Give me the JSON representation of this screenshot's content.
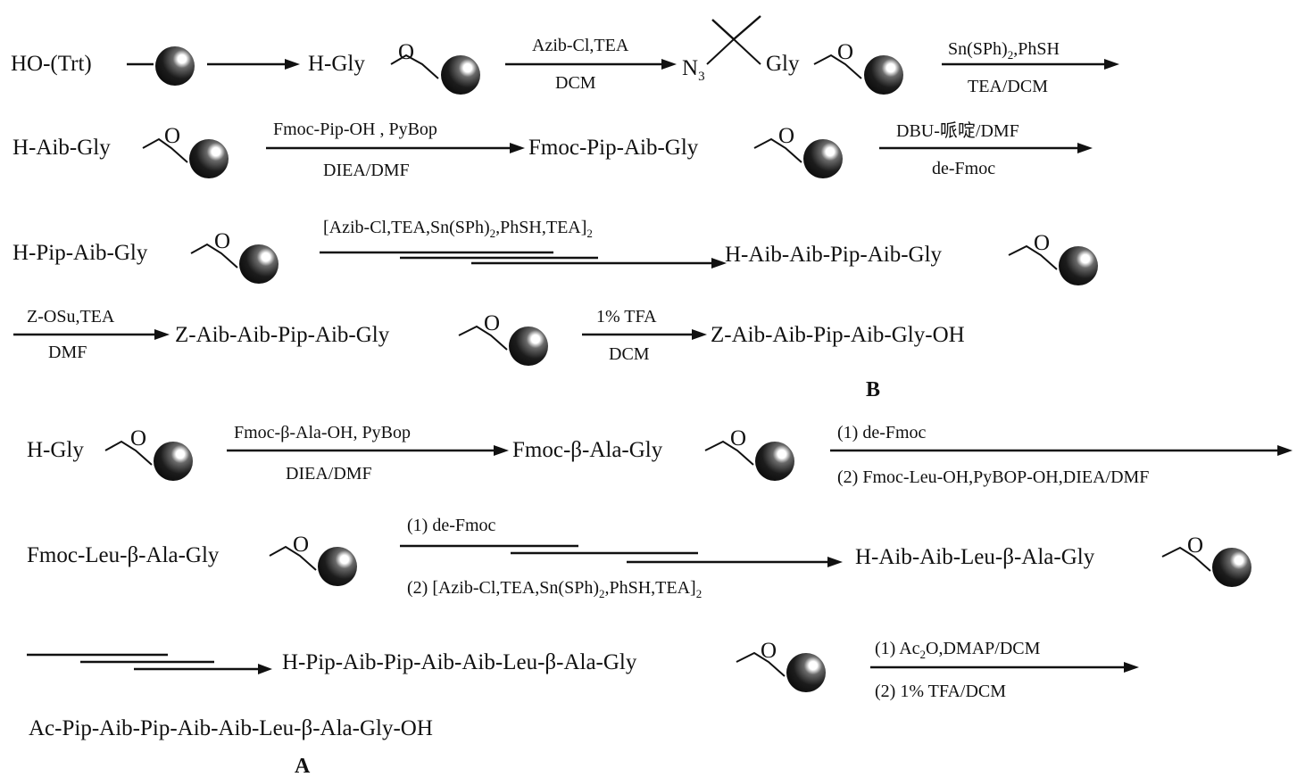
{
  "row1": {
    "start": "HO-(Trt)",
    "p1": "H-Gly",
    "link_o": "O",
    "r1_top": "Azib-Cl,TEA",
    "r1_bot": "DCM",
    "n3": "N",
    "n3_sub": "3",
    "p2": "Gly",
    "r2_top_a": "Sn(SPh)",
    "r2_top_sub": "2",
    "r2_top_b": ",PhSH",
    "r2_bot": "TEA/DCM"
  },
  "row2": {
    "p1": "H-Aib-Gly",
    "r1_top": "Fmoc-Pip-OH , PyBop",
    "r1_bot": "DIEA/DMF",
    "p2": "Fmoc-Pip-Aib-Gly",
    "r2_top": "DBU-哌啶/DMF",
    "r2_bot": "de-Fmoc"
  },
  "row3": {
    "p1": "H-Pip-Aib-Gly",
    "r_top_a": "[Azib-Cl,TEA,Sn(SPh)",
    "r_top_sub": "2",
    "r_top_b": ",PhSH,TEA]",
    "r_top_sub2": "2",
    "p2": "H-Aib-Aib-Pip-Aib-Gly"
  },
  "row4": {
    "r1_top": "Z-OSu,TEA",
    "r1_bot": "DMF",
    "p1": "Z-Aib-Aib-Pip-Aib-Gly",
    "r2_top": "1% TFA",
    "r2_bot": "DCM",
    "p2": "Z-Aib-Aib-Pip-Aib-Gly-OH",
    "label": "B"
  },
  "row5": {
    "p1": "H-Gly",
    "r1_top": "Fmoc-β-Ala-OH, PyBop",
    "r1_bot": "DIEA/DMF",
    "p2": "Fmoc-β-Ala-Gly",
    "r2_top": "(1) de-Fmoc",
    "r2_bot": "(2) Fmoc-Leu-OH,PyBOP-OH,DIEA/DMF"
  },
  "row6": {
    "p1": "Fmoc-Leu-β-Ala-Gly",
    "r_top": "(1) de-Fmoc",
    "r_bot_a": "(2) [Azib-Cl,TEA,Sn(SPh)",
    "r_bot_sub": "2",
    "r_bot_b": ",PhSH,TEA]",
    "r_bot_sub2": "2",
    "p2": "H-Aib-Aib-Leu-β-Ala-Gly"
  },
  "row7": {
    "p1": "H-Pip-Aib-Pip-Aib-Aib-Leu-β-Ala-Gly",
    "r_top_a": "(1) Ac",
    "r_top_sub": "2",
    "r_top_b": "O,DMAP/DCM",
    "r_bot": "(2) 1% TFA/DCM"
  },
  "row8": {
    "p1": "Ac-Pip-Aib-Pip-Aib-Aib-Leu-β-Ala-Gly-OH",
    "label": "A"
  },
  "colors": {
    "ink": "#111111",
    "background": "#ffffff"
  }
}
